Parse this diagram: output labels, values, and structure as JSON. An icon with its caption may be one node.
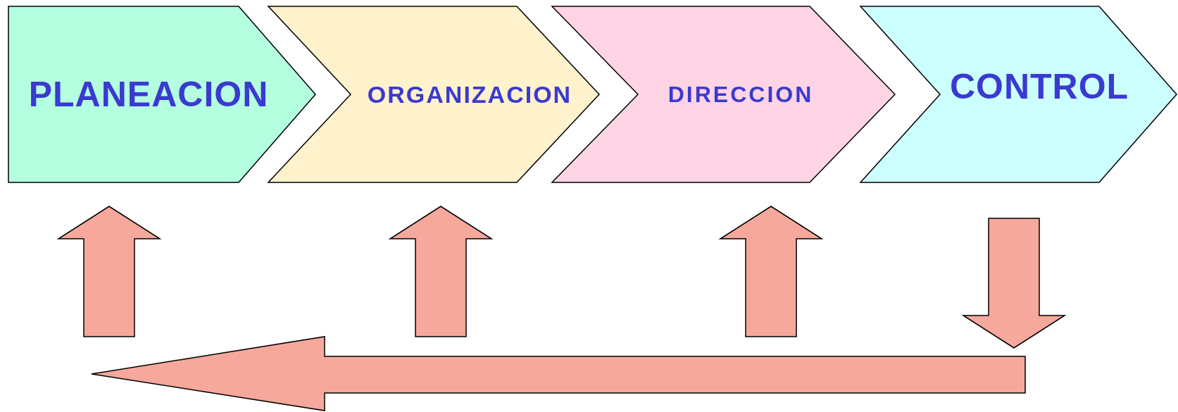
{
  "diagram": {
    "nodes": [
      {
        "text": [
          "PLANEACION"
        ]
      },
      {
        "text": [
          "ORGANIZACION"
        ]
      },
      {
        "text": [
          "DIRECCION"
        ]
      },
      {
        "text": [
          "CONTROL"
        ]
      },
      {
        "text": [],
        "shape": "arrow"
      }
    ],
    "edges": [
      {
        "from": 4,
        "to": 0,
        "arrow": "to"
      },
      {
        "from": 4,
        "to": 1,
        "arrow": "to"
      },
      {
        "from": 4,
        "to": 2,
        "arrow": "to"
      },
      {
        "from": 3,
        "to": 4,
        "arrow": "to"
      }
    ]
  }
}
